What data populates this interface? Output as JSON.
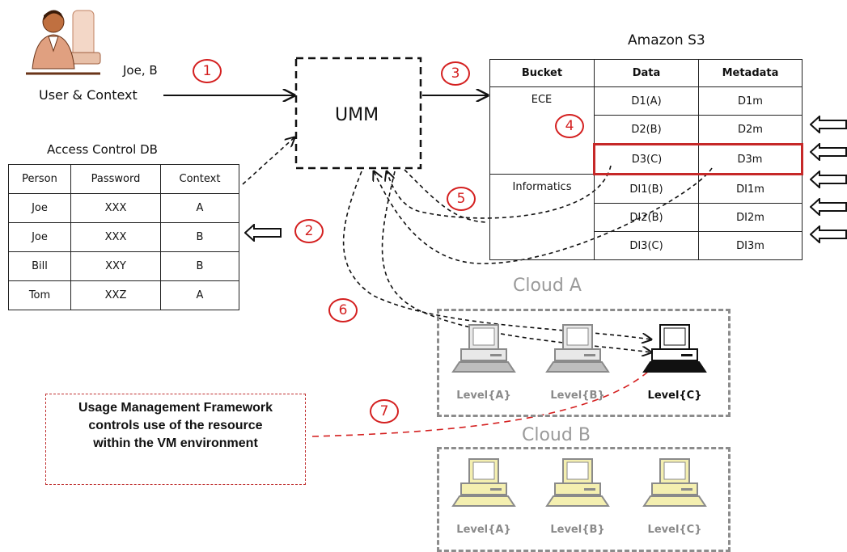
{
  "user": {
    "name": "Joe, B",
    "context_label": "User & Context"
  },
  "umm": {
    "label": "UMM"
  },
  "access_db": {
    "title": "Access Control DB",
    "columns": [
      "Person",
      "Password",
      "Context"
    ],
    "rows": [
      [
        "Joe",
        "XXX",
        "A"
      ],
      [
        "Joe",
        "XXX",
        "B"
      ],
      [
        "Bill",
        "XXY",
        "B"
      ],
      [
        "Tom",
        "XXZ",
        "A"
      ]
    ]
  },
  "s3": {
    "title": "Amazon S3",
    "columns": [
      "Bucket",
      "Data",
      "Metadata"
    ],
    "buckets": [
      "ECE",
      "Informatics"
    ],
    "data": [
      "D1(A)",
      "D2(B)",
      "D3(C)",
      "DI1(B)",
      "DI2(B)",
      "DI3(C)"
    ],
    "metadata": [
      "D1m",
      "D2m",
      "D3m",
      "DI1m",
      "DI2m",
      "DI3m"
    ]
  },
  "steps": [
    "1",
    "2",
    "3",
    "4",
    "5",
    "6",
    "7"
  ],
  "cloud_a": {
    "title": "Cloud A",
    "levels": [
      "Level{A}",
      "Level{B}",
      "Level{C}"
    ]
  },
  "cloud_b": {
    "title": "Cloud B",
    "levels": [
      "Level{A}",
      "Level{B}",
      "Level{C}"
    ]
  },
  "note": {
    "text_line1": "Usage Management Framework",
    "text_line2": "controls use of the resource",
    "text_line3": "within the VM environment"
  },
  "colors": {
    "accent_red": "#d42020",
    "cloud_a_pc": "#e8e8e8",
    "cloud_a_pc_active": "#111111",
    "cloud_b_pc": "#f4efb0"
  }
}
